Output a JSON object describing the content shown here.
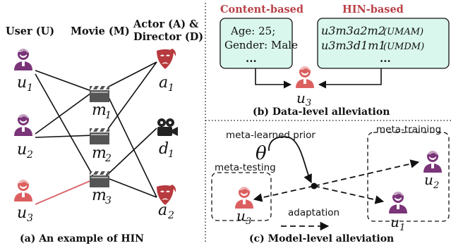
{
  "panel_a": {
    "headers": {
      "user": "User (U)",
      "movie": "Movie (M)",
      "actor_line1": "Actor (A) &",
      "actor_line2": "Director (D)"
    },
    "nodes": {
      "u1": "u",
      "u1_sub": "1",
      "u2": "u",
      "u2_sub": "2",
      "u3": "u",
      "u3_sub": "3",
      "m1": "m",
      "m1_sub": "1",
      "m2": "m",
      "m2_sub": "2",
      "m3": "m",
      "m3_sub": "3",
      "a1": "a",
      "a1_sub": "1",
      "d1": "d",
      "d1_sub": "1",
      "a2": "a",
      "a2_sub": "2"
    },
    "caption": "(a) An example of HIN"
  },
  "panel_b": {
    "content_title": "Content-based",
    "hin_title": "HIN-based",
    "content_box": {
      "line1": "Age: 25;",
      "line2": "Gender: Male",
      "line3": "..."
    },
    "hin_box": {
      "line1": "u3m3a2m2",
      "line1_tag": "(UMAM)",
      "line2": "u3m3d1m1",
      "line2_tag": "(UMDM)",
      "line3": "..."
    },
    "target_user": "u",
    "target_user_sub": "3",
    "caption": "(b) Data-level alleviation"
  },
  "panel_c": {
    "prior_label": "meta-learned prior",
    "theta": "θ",
    "meta_training": "meta-training",
    "meta_testing": "meta-testing",
    "adaptation": "adaptation",
    "u3": "u",
    "u3_sub": "3",
    "u1": "u",
    "u1_sub": "1",
    "u2": "u",
    "u2_sub": "2",
    "caption": "(c) Model-level alleviation"
  },
  "colors": {
    "user_purple": "#7a3478",
    "user_red": "#dc5f5f",
    "actor_red": "#b73a3e",
    "clapper": "#555555",
    "camera": "#222222",
    "accent_red": "#b94147",
    "box_fill": "#d9f7ec",
    "red_edge": "#d9676a"
  },
  "icons": [
    "user-icon",
    "clapperboard-icon",
    "theater-mask-icon",
    "movie-camera-icon"
  ]
}
